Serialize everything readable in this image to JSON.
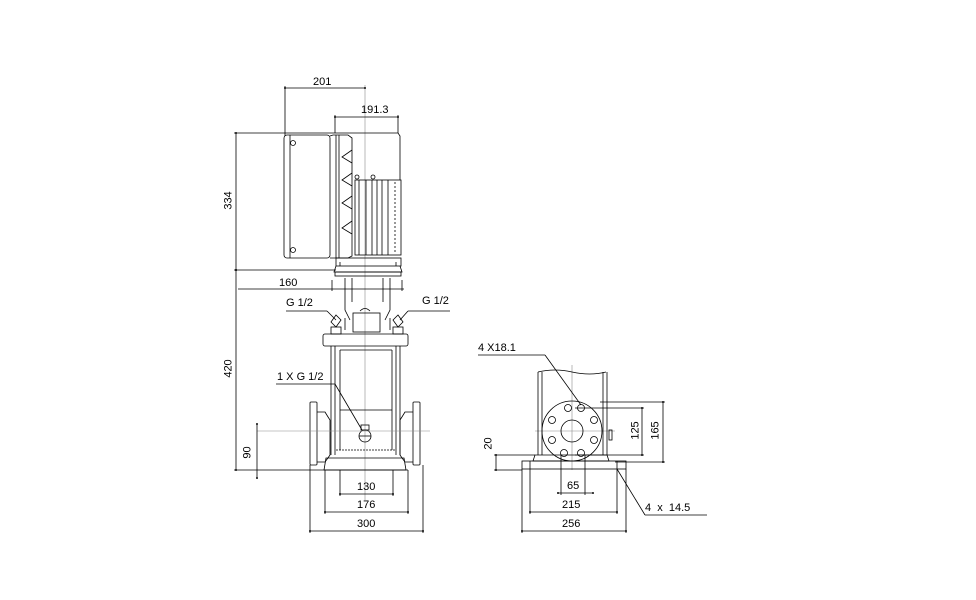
{
  "drawing": {
    "title": "Vertical multistage pump dimensional drawing",
    "front_view": {
      "dimensions": {
        "motor_width": "201",
        "motor_offset": "191.3",
        "motor_height": "334",
        "coupling_width": "160",
        "pump_height": "420",
        "inlet_height": "90",
        "base_inner": "130",
        "base_mid": "176",
        "port_to_port": "300"
      },
      "callouts": {
        "vent_left": "G 1/2",
        "vent_right": "G 1/2",
        "drain": "1 X G 1/2"
      }
    },
    "side_view": {
      "dimensions": {
        "flange_bolts": "4 X18.1",
        "bolt_circle": "125",
        "flange_dia": "165",
        "base_thickness": "20",
        "pipe_bore": "65",
        "base_holes_spacing": "215",
        "base_width": "256",
        "base_holes": "4  x  14.5"
      }
    },
    "colors": {
      "line": "#000000",
      "centerline": "#8c8c8c",
      "background": "#ffffff"
    }
  }
}
